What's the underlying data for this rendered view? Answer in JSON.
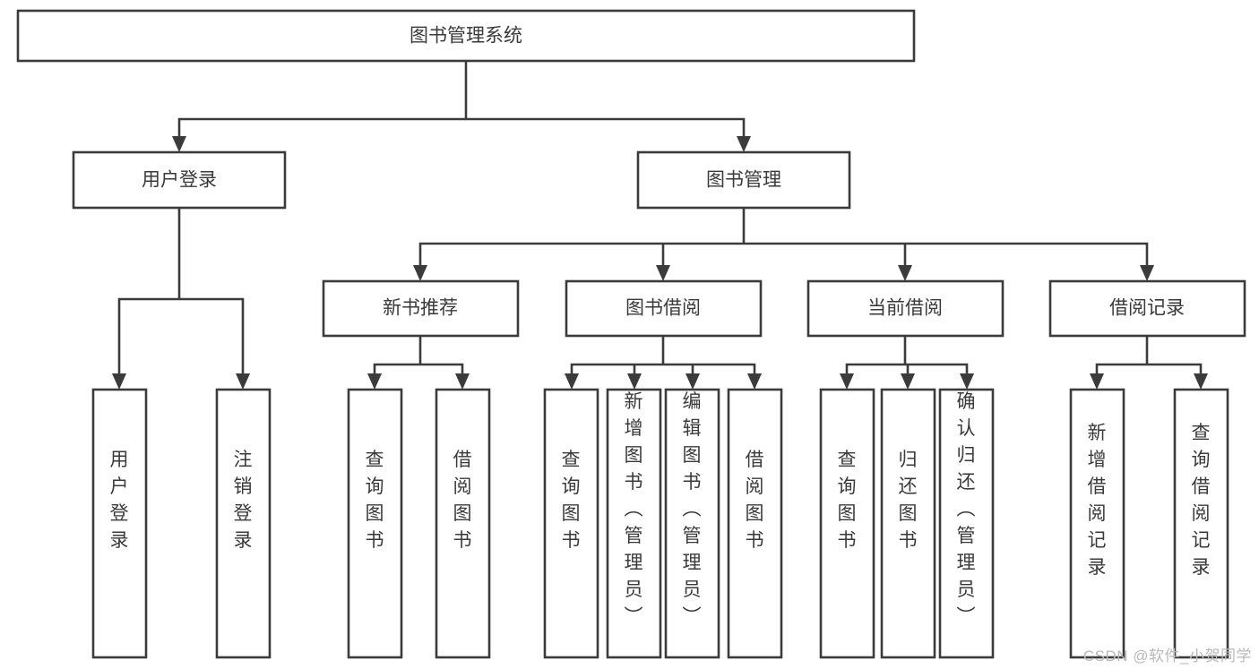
{
  "diagram": {
    "type": "tree",
    "title": "图书管理系统",
    "orientation": "top-down",
    "watermark": "CSDN @软件_小贺同学",
    "colors": {
      "stroke": "#3b3b3b",
      "text": "#3a3a3a",
      "background": "#ffffff",
      "watermark": "#b9b9b9"
    },
    "nodes": {
      "root": {
        "label": "图书管理系统"
      },
      "level2": [
        {
          "label": "用户登录"
        },
        {
          "label": "图书管理"
        }
      ],
      "level3": [
        {
          "label": "新书推荐"
        },
        {
          "label": "图书借阅"
        },
        {
          "label": "当前借阅"
        },
        {
          "label": "借阅记录"
        }
      ],
      "leaves": {
        "user_login": [
          {
            "label": "用户登录"
          },
          {
            "label": "注销登录"
          }
        ],
        "new_book": [
          {
            "label": "查询图书"
          },
          {
            "label": "借阅图书"
          }
        ],
        "book_borrow": [
          {
            "label": "查询图书"
          },
          {
            "label": "新增图书（管理员）"
          },
          {
            "label": "编辑图书（管理员）"
          },
          {
            "label": "借阅图书"
          }
        ],
        "current_borrow": [
          {
            "label": "查询图书"
          },
          {
            "label": "归还图书"
          },
          {
            "label": "确认归还（管理员）"
          }
        ],
        "borrow_record": [
          {
            "label": "新增借阅记录"
          },
          {
            "label": "查询借阅记录"
          }
        ]
      }
    }
  }
}
